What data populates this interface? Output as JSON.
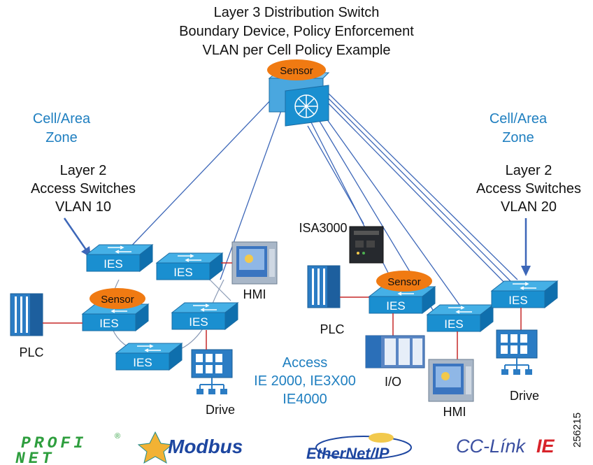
{
  "title": {
    "line1": "Layer 3 Distribution Switch",
    "line2": "Boundary Device, Policy Enforcement",
    "line3": "VLAN per Cell Policy Example"
  },
  "left_zone": {
    "line1": "Cell/Area",
    "line2": "Zone"
  },
  "right_zone": {
    "line1": "Cell/Area",
    "line2": "Zone"
  },
  "left_access": {
    "line1": "Layer 2",
    "line2": "Access Switches",
    "line3": "VLAN 10"
  },
  "right_access": {
    "line1": "Layer 2",
    "line2": "Access Switches",
    "line3": "VLAN 20"
  },
  "sensor_label": "Sensor",
  "ies_label": "IES",
  "devices": {
    "plc_left": "PLC",
    "plc_right": "PLC",
    "hmi_left": "HMI",
    "hmi_right": "HMI",
    "drive_left": "Drive",
    "drive_right": "Drive",
    "io": "I/O",
    "isa": "ISA3000"
  },
  "access_note": {
    "line1": "Access",
    "line2": "IE 2000, IE3X00",
    "line3": "IE4000"
  },
  "logos": {
    "profinet_top": "PROFI",
    "profinet_bottom": "NET",
    "modbus": "Modbus",
    "ethernetip": "EtherNet/IP",
    "cclink": "CC-Línk",
    "cclink_ie": "IE"
  },
  "figure_id": "256215",
  "colors": {
    "switch_blue": "#1a8fd0",
    "switch_top": "#3aa8e0",
    "sensor_orange": "#f07a12",
    "zone_blue": "#1f7fc0",
    "link_blue": "#3d67b8",
    "plc_blue": "#2b7cc4"
  }
}
